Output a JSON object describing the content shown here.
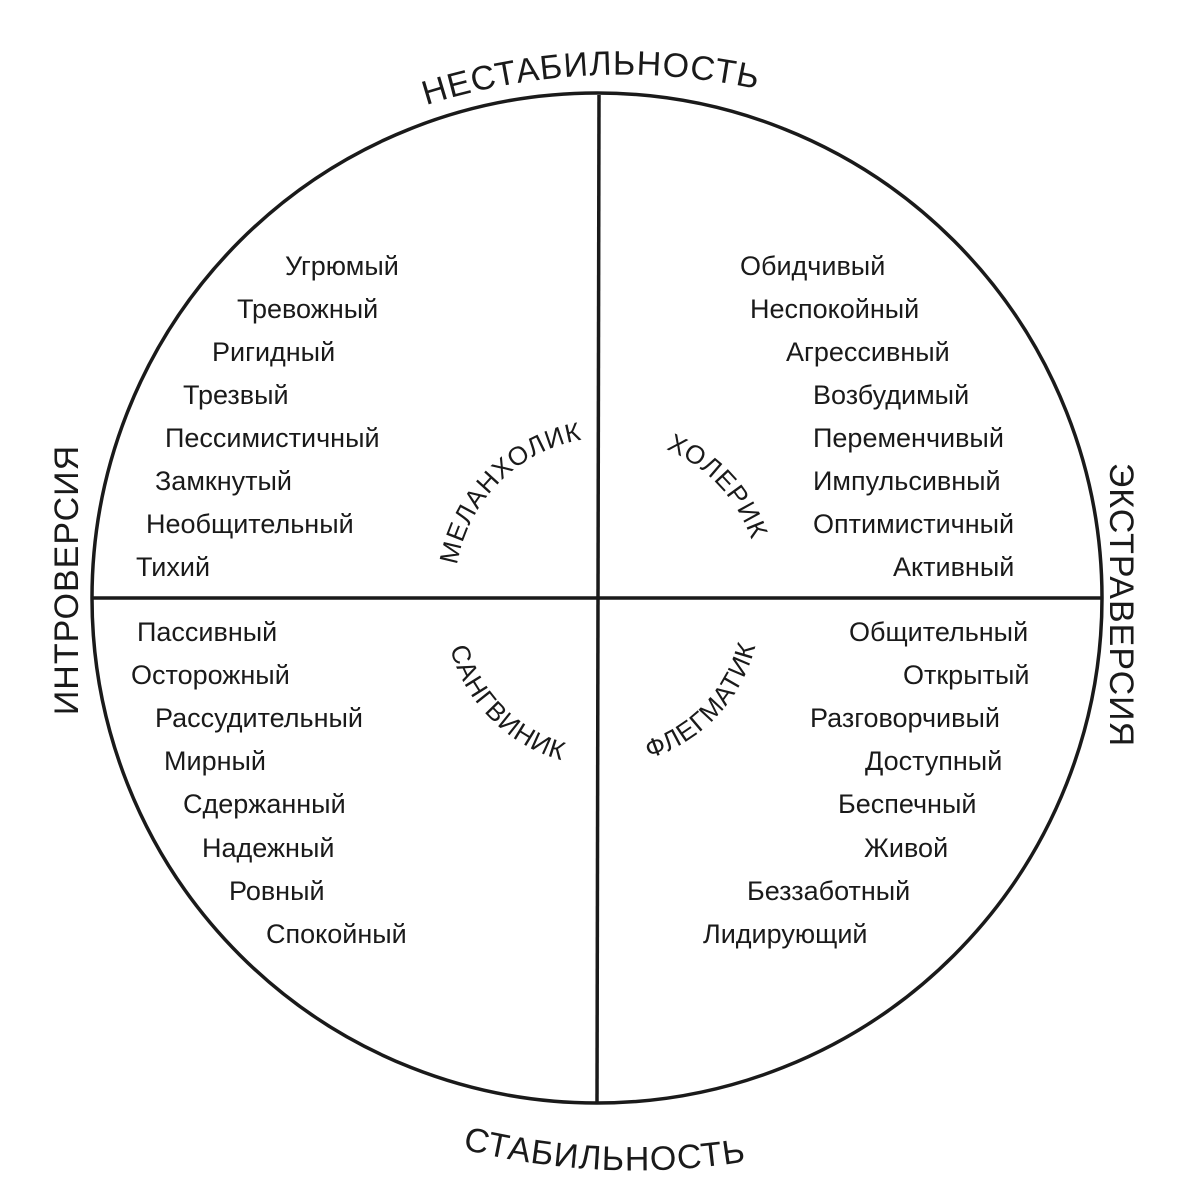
{
  "axes": {
    "top": "НЕСТАБИЛЬНОСТЬ",
    "bottom": "СТАБИЛЬНОСТЬ",
    "left": "ИНТРОВЕРСИЯ",
    "right": "ЭКСТРАВЕРСИЯ"
  },
  "temperaments": {
    "melancholic": "МЕЛАНХОЛИК",
    "choleric": "ХОЛЕРИК",
    "phlegmatic": "ФЛЕГМАТИК",
    "sanguine": "САНГВИНИК"
  },
  "quadrants": {
    "top_left": [
      "Угрюмый",
      "Тревожный",
      "Ригидный",
      "Трезвый",
      "Пессимистичный",
      "Замкнутый",
      "Необщительный",
      "Тихий"
    ],
    "top_right": [
      "Обидчивый",
      "Неспокойный",
      "Агрессивный",
      "Возбудимый",
      "Переменчивый",
      "Импульсивный",
      "Оптимистичный",
      "Активный"
    ],
    "bottom_left": [
      "Пассивный",
      "Осторожный",
      "Рассудительный",
      "Мирный",
      "Сдержанный",
      "Надежный",
      "Ровный",
      "Спокойный"
    ],
    "bottom_right": [
      "Общительный",
      "Открытый",
      "Разговорчивый",
      "Доступный",
      "Беспечный",
      "Живой",
      "Беззаботный",
      "Лидирующий"
    ]
  }
}
